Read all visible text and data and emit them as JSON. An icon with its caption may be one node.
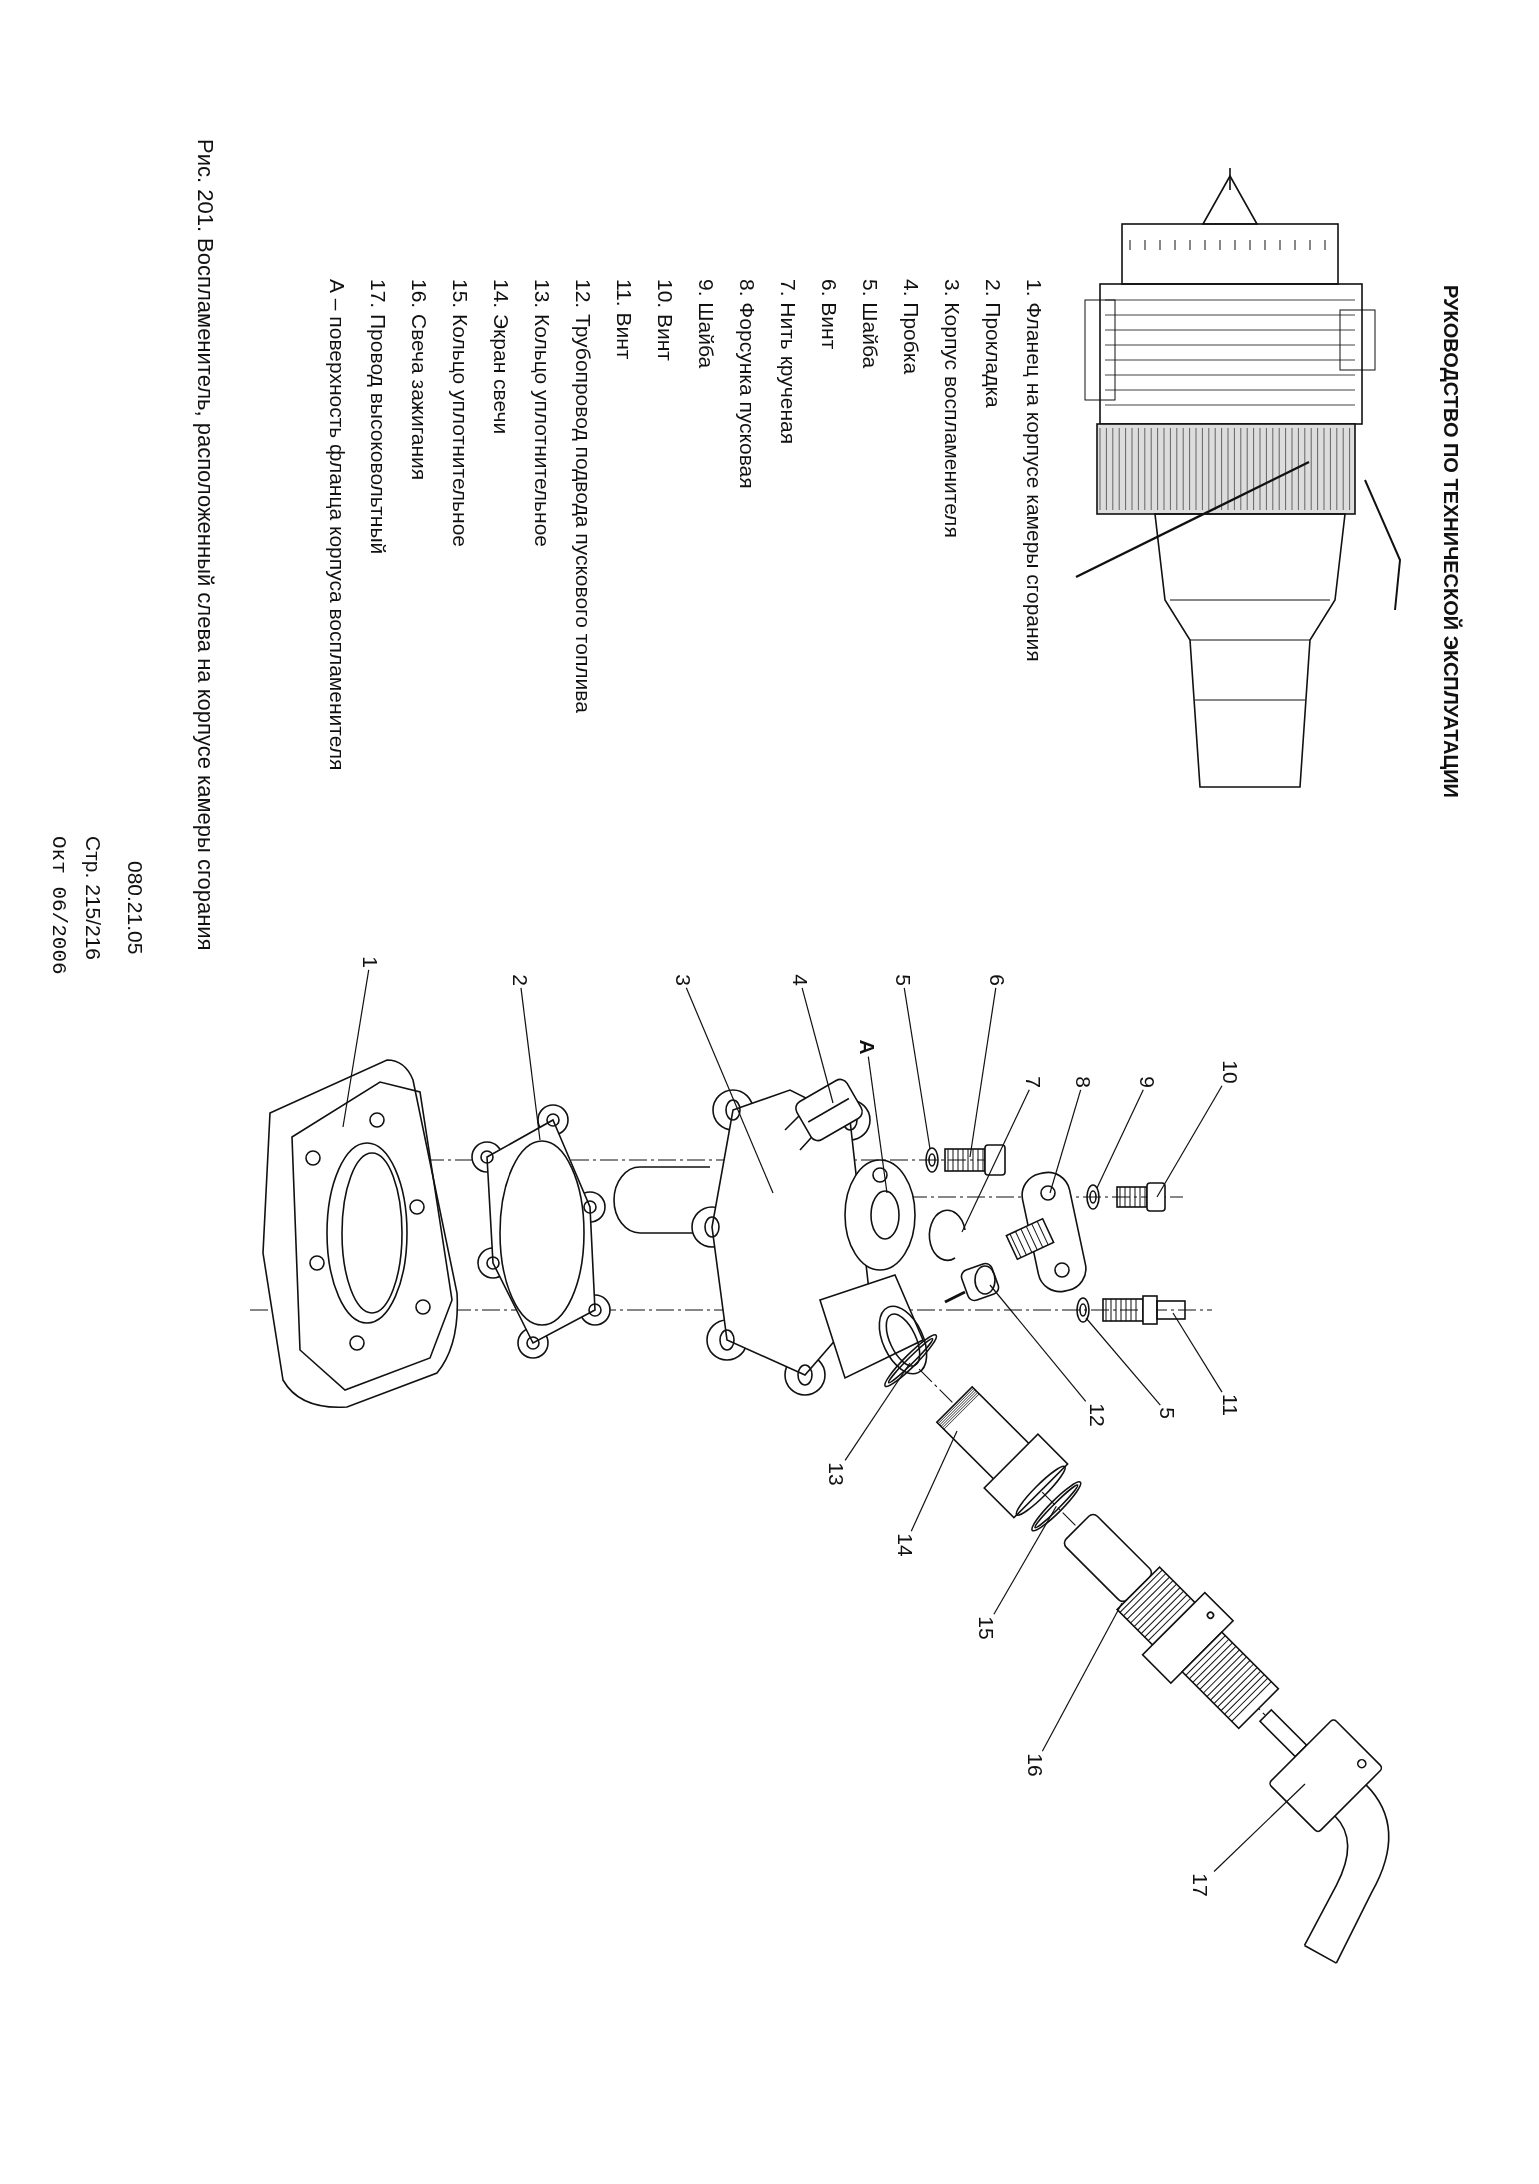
{
  "diagram": {
    "title": "РУКОВОДСТВО ПО ТЕХНИЧЕСКОЙ ЭКСПЛУАТАЦИИ",
    "caption": "Рис. 201. Воспламенитель, расположенный слева на корпусе камеры сгорания",
    "nodes": [
      {
        "text": [
          "1"
        ]
      },
      {
        "text": [
          "2"
        ]
      },
      {
        "text": [
          "3"
        ]
      },
      {
        "text": [
          "4"
        ]
      },
      {
        "text": [
          "5"
        ]
      },
      {
        "text": [
          "6"
        ]
      },
      {
        "text": [
          "А"
        ]
      },
      {
        "text": [
          "7"
        ]
      },
      {
        "text": [
          "8"
        ]
      },
      {
        "text": [
          "9"
        ]
      },
      {
        "text": [
          "10"
        ]
      },
      {
        "text": [
          "11"
        ]
      },
      {
        "text": [
          "5"
        ]
      },
      {
        "text": [
          "12"
        ]
      },
      {
        "text": [
          "13"
        ]
      },
      {
        "text": [
          "14"
        ]
      },
      {
        "text": [
          "15"
        ]
      },
      {
        "text": [
          "16"
        ]
      },
      {
        "text": [
          "17"
        ]
      },
      {
        "text": [],
        "shape": "picture"
      },
      {
        "text": [],
        "shape": "picture"
      },
      {
        "text": [],
        "shape": "picture"
      },
      {
        "text": [],
        "shape": "picture"
      },
      {
        "text": [],
        "shape": "picture"
      },
      {
        "text": [],
        "shape": "picture"
      },
      {
        "text": [],
        "shape": "picture"
      },
      {
        "text": [],
        "shape": "picture"
      },
      {
        "text": [],
        "shape": "picture"
      },
      {
        "text": [],
        "shape": "picture"
      },
      {
        "text": [],
        "shape": "picture"
      },
      {
        "text": [],
        "shape": "picture"
      },
      {
        "text": [],
        "shape": "picture"
      },
      {
        "text": [],
        "shape": "picture"
      },
      {
        "text": [],
        "shape": "picture"
      },
      {
        "text": [],
        "shape": "picture"
      },
      {
        "text": [],
        "shape": "picture"
      },
      {
        "text": [],
        "shape": "picture"
      }
    ],
    "edges": [
      {
        "from": 0,
        "to": 19,
        "arrow": "none"
      },
      {
        "from": 1,
        "to": 20,
        "arrow": "none"
      },
      {
        "from": 2,
        "to": 21,
        "arrow": "none"
      },
      {
        "from": 3,
        "to": 22,
        "arrow": "none"
      },
      {
        "from": 4,
        "to": 23,
        "arrow": "none"
      },
      {
        "from": 5,
        "to": 24,
        "arrow": "none"
      },
      {
        "from": 6,
        "to": 21,
        "arrow": "none"
      },
      {
        "from": 7,
        "to": 25,
        "arrow": "none"
      },
      {
        "from": 8,
        "to": 26,
        "arrow": "none"
      },
      {
        "from": 9,
        "to": 27,
        "arrow": "none"
      },
      {
        "from": 10,
        "to": 28,
        "arrow": "none"
      },
      {
        "from": 11,
        "to": 29,
        "arrow": "none"
      },
      {
        "from": 12,
        "to": 30,
        "arrow": "none"
      },
      {
        "from": 13,
        "to": 31,
        "arrow": "none"
      },
      {
        "from": 14,
        "to": 32,
        "arrow": "none"
      },
      {
        "from": 15,
        "to": 33,
        "arrow": "none"
      },
      {
        "from": 16,
        "to": 34,
        "arrow": "none"
      },
      {
        "from": 17,
        "to": 35,
        "arrow": "none"
      },
      {
        "from": 18,
        "to": 36,
        "arrow": "none"
      }
    ],
    "labels": [
      "1. Фланец на корпусе камеры сгорания",
      "2. Прокладка",
      "3. Корпус воспламенителя",
      "4. Пробка",
      "5. Шайба",
      "6. Винт",
      "7. Нить крученая",
      "8. Форсунка пусковая",
      "9. Шайба",
      "10. Винт",
      "11. Винт",
      "12. Трубопровод подвода пускового топлива",
      "13. Кольцо уплотнительное",
      "14. Экран свечи",
      "15. Кольцо уплотнительное",
      "16. Свеча зажигания",
      "17. Провод высоковольтный",
      "А – поверхность фланца корпуса воспламенителя",
      "080.21.05",
      "Стр. 215/216",
      "Окт 06/2006"
    ]
  }
}
